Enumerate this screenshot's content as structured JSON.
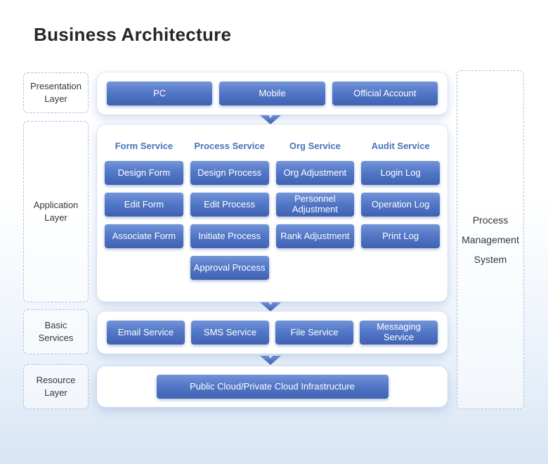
{
  "title": "Business Architecture",
  "side_labels": {
    "presentation": "Presentation Layer",
    "application": "Application Layer",
    "basic": "Basic Services",
    "resource": "Resource Layer"
  },
  "right_panel": {
    "label": "Process Management System"
  },
  "presentation": {
    "buttons": [
      "PC",
      "Mobile",
      "Official Account"
    ]
  },
  "application": {
    "columns": [
      {
        "header": "Form Service",
        "buttons": [
          "Design Form",
          "Edit Form",
          "Associate Form"
        ]
      },
      {
        "header": "Process Service",
        "buttons": [
          "Design Process",
          "Edit Process",
          "Initiate Process",
          "Approval Process"
        ]
      },
      {
        "header": "Org Service",
        "buttons": [
          "Org Adjustment",
          "Personnel Adjustment",
          "Rank Adjustment"
        ]
      },
      {
        "header": "Audit Service",
        "buttons": [
          "Login Log",
          "Operation Log",
          "Print Log"
        ]
      }
    ]
  },
  "basic_services": {
    "buttons": [
      "Email Service",
      "SMS Service",
      "File Service",
      "Messaging Service"
    ]
  },
  "resource": {
    "button": "Public Cloud/Private Cloud Infrastructure"
  },
  "colors": {
    "button_gradient_top": "#7394d8",
    "button_gradient_bottom": "#3f62b3",
    "column_header_text": "#4a72ba",
    "arrow": "#4a6ec2",
    "dashed_border": "#a9c0e2",
    "background_bottom": "#d8e5f4"
  }
}
